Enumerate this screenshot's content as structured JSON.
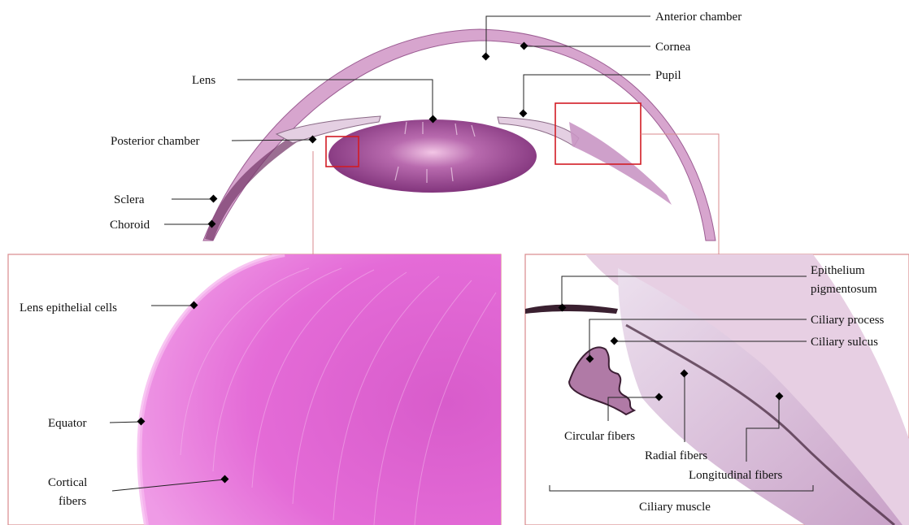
{
  "labels": {
    "anterior_chamber": "Anterior chamber",
    "cornea": "Cornea",
    "pupil": "Pupil",
    "lens": "Lens",
    "posterior_chamber": "Posterior chamber",
    "sclera": "Sclera",
    "choroid": "Choroid",
    "lens_epithelial_cells": "Lens epithelial cells",
    "equator": "Equator",
    "cortical_fibers_line1": "Cortical",
    "cortical_fibers_line2": "fibers",
    "epithelium_pigmentosum_line1": "Epithelium",
    "epithelium_pigmentosum_line2": "pigmentosum",
    "ciliary_process": "Ciliary process",
    "ciliary_sulcus": "Ciliary sulcus",
    "circular_fibers": "Circular fibers",
    "radial_fibers": "Radial fibers",
    "longitudinal_fibers": "Longitudinal fibers",
    "ciliary_muscle": "Ciliary muscle"
  },
  "colors": {
    "tissue": "#d9a6cf",
    "lens": "#8c3f86",
    "lens_panel": "#e46bd7",
    "ciliary_panel": "#dbb9d8",
    "highlight_box": "#d21c24"
  }
}
